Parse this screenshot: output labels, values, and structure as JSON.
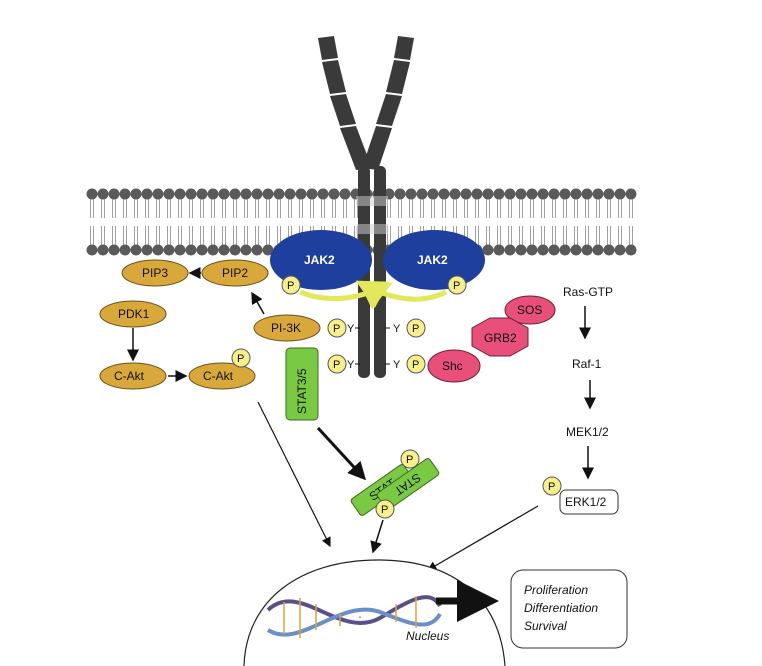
{
  "labels": {
    "jak2_left": "JAK2",
    "jak2_right": "JAK2",
    "pip3": "PIP3",
    "pip2": "PIP2",
    "pdk1": "PDK1",
    "cakt1": "C-Akt",
    "cakt2": "C-Akt",
    "pi3k": "PI-3K",
    "stat35": "STAT3/5",
    "stat_a": "STAT",
    "stat_b": "STAT",
    "sos": "SOS",
    "grb2": "GRB2",
    "shc": "Shc",
    "rasgtp": "Ras-GTP",
    "raf1": "Raf-1",
    "mek": "MEK1/2",
    "erk": "ERK1/2",
    "nucleus": "Nucleus",
    "outcome_1": "Proliferation",
    "outcome_2": "Differentiation",
    "outcome_3": "Survival",
    "p": "P",
    "y": "Y"
  },
  "colors": {
    "jak2": "#1f3f9e",
    "akt_path": "#d9a83a",
    "stat": "#7ac943",
    "ras_path": "#e8507a",
    "phospho": "#f7f08a",
    "yellow_arrow": "#e3e85a",
    "membrane": "#5a5a5a",
    "receptor": "#3a3a3a"
  }
}
